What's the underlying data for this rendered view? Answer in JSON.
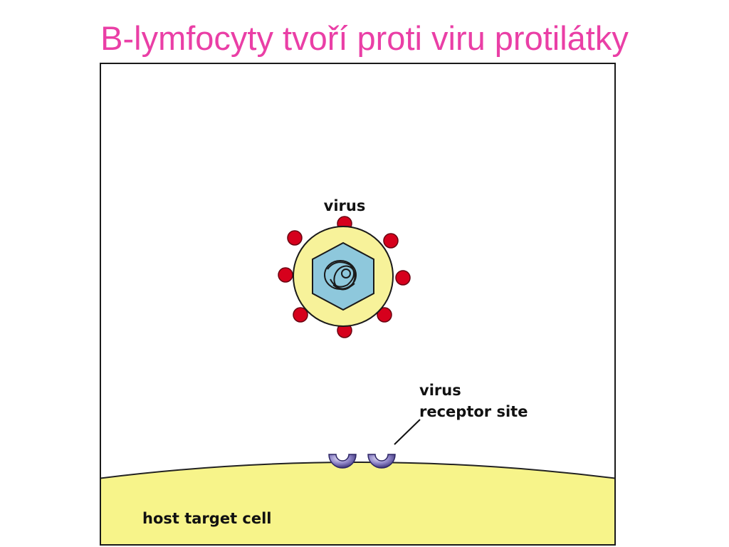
{
  "slide": {
    "title": "B-lymfocyty tvoří proti viru protilátky"
  },
  "diagram": {
    "labels": {
      "virus": "virus",
      "receptor_line1": "virus",
      "receptor_line2": "receptor site",
      "host_cell": "host target cell"
    },
    "colors": {
      "title": "#ea3fa6",
      "virus_envelope": "#f7f29a",
      "virus_spikes": "#d6001c",
      "capsid": "#8ec8dc",
      "host_cell": "#f7f48a",
      "receptor": "#7a6fb5"
    }
  }
}
